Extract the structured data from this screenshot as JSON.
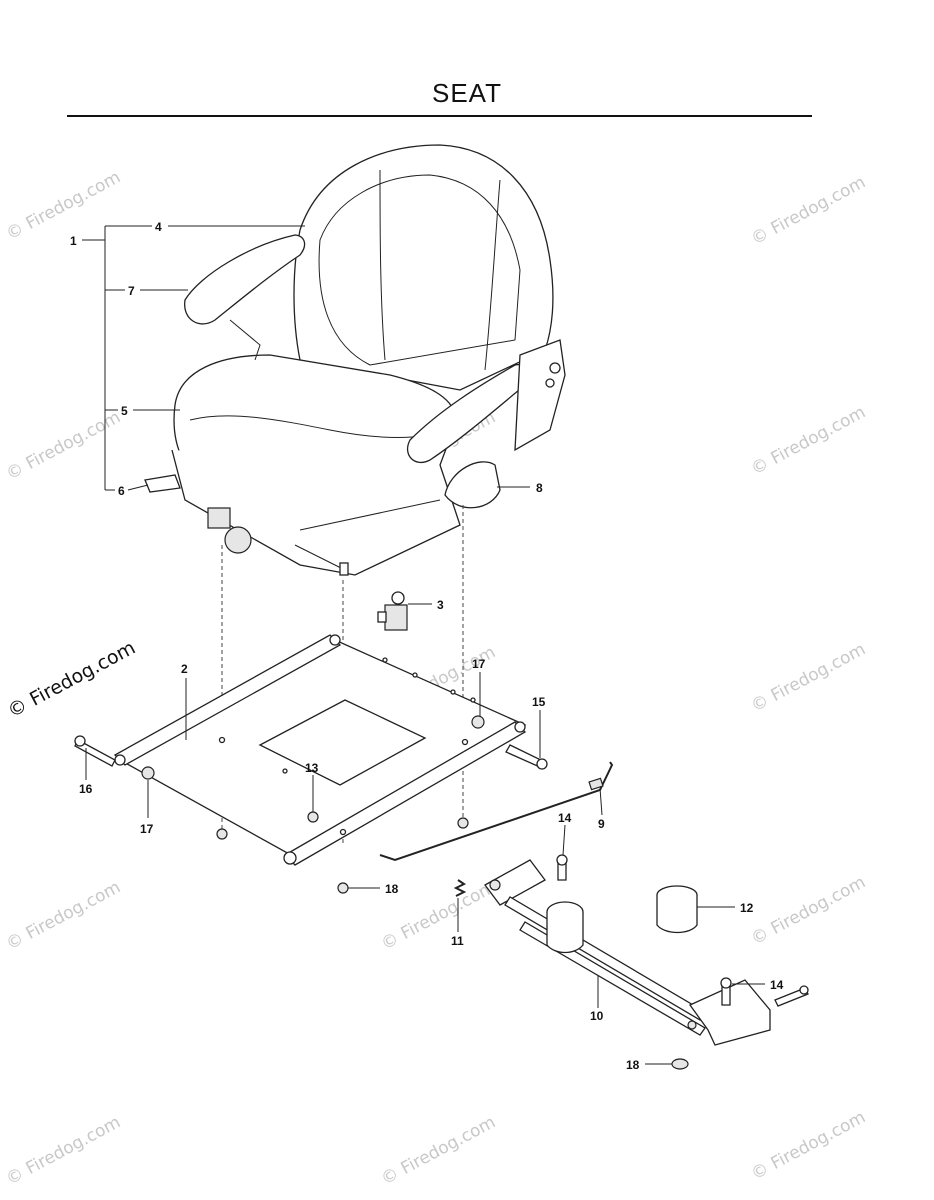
{
  "title": "SEAT",
  "watermark": {
    "text": "© Firedog.com",
    "dark_text": "© Firedog.com",
    "color": "#c8c8c8"
  },
  "callouts": [
    "1",
    "2",
    "3",
    "4",
    "5",
    "6",
    "7",
    "8",
    "9",
    "10",
    "11",
    "12",
    "13",
    "14",
    "14",
    "15",
    "16",
    "17",
    "17",
    "18",
    "18"
  ]
}
